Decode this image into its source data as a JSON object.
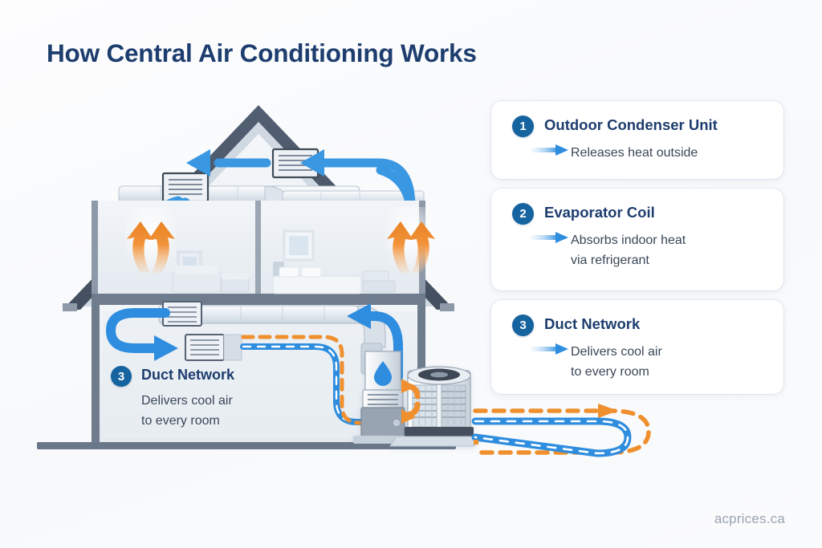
{
  "page": {
    "title": "How Central Air Conditioning Works",
    "watermark": "acprices.ca",
    "background_color": "#fafbfc",
    "title_color": "#1d3d6e",
    "accent_blue": "#2e8fe0",
    "accent_orange": "#f08a2c",
    "badge_color": "#15639f"
  },
  "legend": {
    "cards": [
      {
        "number": "1",
        "title": "Outdoor Condenser Unit",
        "description": "Releases heat outside",
        "arrow_icon": "right-arrow-icon"
      },
      {
        "number": "2",
        "title": "Evaporator Coil",
        "description": "Absorbs indoor heat\nvia refrigerant",
        "arrow_icon": "right-arrow-icon"
      },
      {
        "number": "3",
        "title": "Duct Network",
        "description": "Delivers cool air\nto every room",
        "arrow_icon": "right-arrow-icon"
      }
    ]
  },
  "diagram": {
    "inline_callout": {
      "number": "3",
      "title": "Duct Network",
      "description": "Delivers cool air\nto every room"
    },
    "components": [
      {
        "name": "roof",
        "label": "Pitched roof"
      },
      {
        "name": "attic-duct-trunk",
        "label": "Attic duct trunk"
      },
      {
        "name": "attic-vent-grille-left",
        "label": "Attic vent grille (left)"
      },
      {
        "name": "attic-vent-grille-right",
        "label": "Attic vent grille (right)"
      },
      {
        "name": "upper-floor-room-left",
        "label": "Upper floor living room"
      },
      {
        "name": "upper-floor-room-right",
        "label": "Upper floor bedroom"
      },
      {
        "name": "basement-duct-trunk",
        "label": "Basement duct trunk"
      },
      {
        "name": "evaporator-coil-unit",
        "label": "Evaporator coil / air handler"
      },
      {
        "name": "furnace-blower",
        "label": "Furnace blower cabinet"
      },
      {
        "name": "outdoor-condenser-unit",
        "label": "Outdoor condenser unit"
      },
      {
        "name": "refrigerant-line-hot",
        "label": "Hot refrigerant line (orange dashed)"
      },
      {
        "name": "refrigerant-line-cold",
        "label": "Cool refrigerant line (blue)"
      },
      {
        "name": "ground-line",
        "label": "Ground line"
      }
    ],
    "flow_legend": [
      {
        "name": "cool-air-flow",
        "color": "#2e8fe0",
        "label": "Cool supply air"
      },
      {
        "name": "warm-air-flow",
        "color": "#f08a2c",
        "label": "Warm return air"
      }
    ]
  }
}
